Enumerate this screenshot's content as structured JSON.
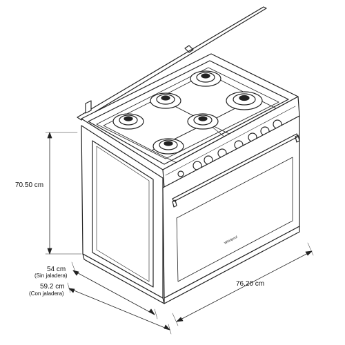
{
  "dimensions": {
    "height": {
      "value": "70.50 cm"
    },
    "depth_without_lid": {
      "value": "54 cm",
      "note": "(Sin jaladera)"
    },
    "depth_with_lid": {
      "value": "59.2 cm",
      "note": "(Con jaladera)"
    },
    "width": {
      "value": "76.20 cm"
    }
  },
  "product": {
    "logo_text": "Whirlpool",
    "burner_count": 6,
    "knob_count": 8
  }
}
